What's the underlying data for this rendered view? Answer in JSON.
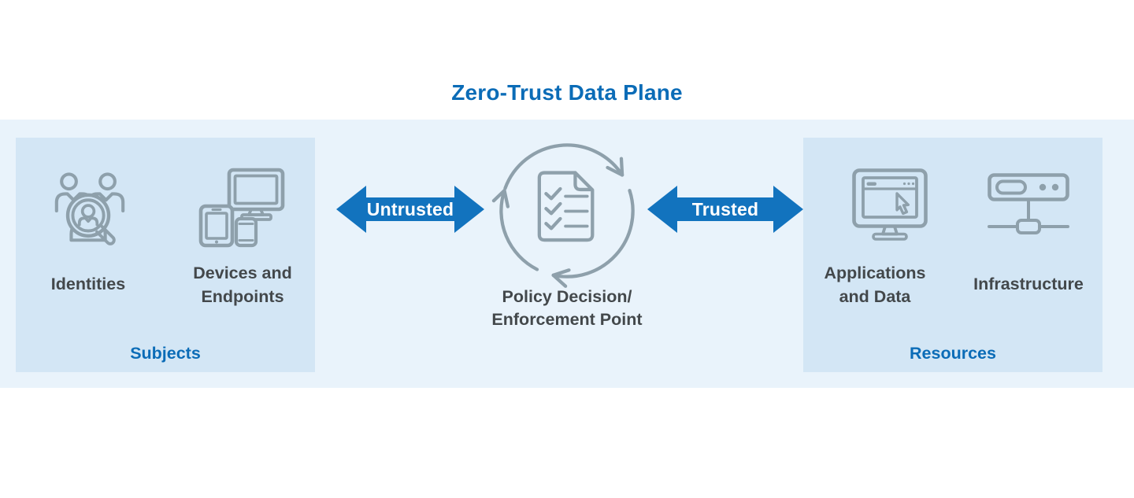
{
  "title": "Zero-Trust Data Plane",
  "subjects_panel": {
    "caption": "Subjects",
    "items": [
      {
        "label": "Identities",
        "icon": "identities-icon"
      },
      {
        "label": "Devices and Endpoints",
        "icon": "devices-and-endpoints-icon"
      }
    ]
  },
  "data_plane": {
    "untrusted_label": "Untrusted",
    "trusted_label": "Trusted",
    "pdp_icon": "policy-cycle-checklist-icon",
    "pdp_label_line1": "Policy Decision/",
    "pdp_label_line2": "Enforcement Point"
  },
  "resources_panel": {
    "caption": "Resources",
    "items": [
      {
        "label": "Applications and Data",
        "icon": "applications-and-data-icon"
      },
      {
        "label": "Infrastructure",
        "icon": "infrastructure-icon"
      }
    ]
  },
  "colors": {
    "accent_blue": "#0B6CB7",
    "arrow_blue": "#1273BE",
    "band_bg": "#E9F3FB",
    "panel_bg": "#D3E6F5",
    "icon_gray": "#8EA0AB",
    "label_gray": "#43484B"
  }
}
